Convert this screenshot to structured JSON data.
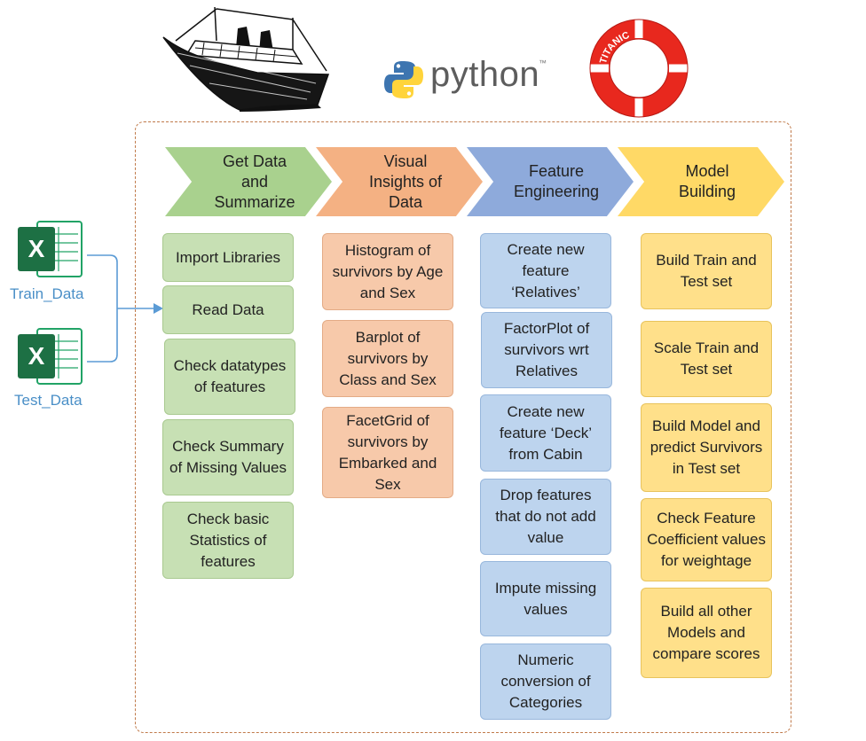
{
  "header": {
    "python_text": "python",
    "tm_mark": "™",
    "lifebuoy_text": "TITANIC"
  },
  "inputs": [
    {
      "label": "Train_Data",
      "icon": "excel-icon"
    },
    {
      "label": "Test_Data",
      "icon": "excel-icon"
    }
  ],
  "stages": [
    {
      "title": "Get Data and Summarize",
      "color": "#a9d18e",
      "steps": [
        "Import Libraries",
        "Read Data",
        "Check datatypes of features",
        "Check Summary of Missing Values",
        "Check basic Statistics of features"
      ]
    },
    {
      "title": "Visual Insights of Data",
      "color": "#f4b183",
      "steps": [
        "Histogram of survivors by Age and Sex",
        "Barplot of survivors by Class and Sex",
        "FacetGrid of survivors by Embarked and Sex"
      ]
    },
    {
      "title": "Feature Engineering",
      "color": "#8eaadb",
      "steps": [
        "Create new feature ‘Relatives’",
        "FactorPlot of survivors wrt Relatives",
        "Create new feature ‘Deck’ from Cabin",
        "Drop features that do not add value",
        "Impute missing values",
        "Numeric conversion of Categories"
      ]
    },
    {
      "title": "Model Building",
      "color": "#ffd966",
      "steps": [
        "Build Train and Test set",
        "Scale Train and Test set",
        "Build Model and predict Survivors in Test set",
        "Check Feature Coefficient values for weightage",
        "Build all other Models and compare scores"
      ]
    }
  ]
}
